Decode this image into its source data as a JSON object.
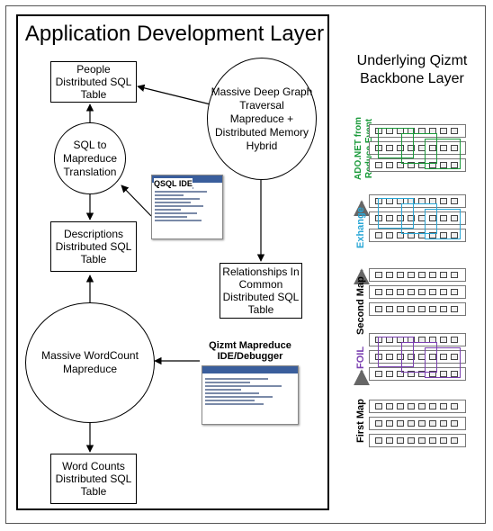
{
  "app_layer": {
    "title": "Application Development Layer",
    "nodes": {
      "people_table": "People\nDistributed SQL\nTable",
      "sql_translation": "SQL to\nMapreduce\nTranslation",
      "graph_traversal": "Massive Deep Graph\nTraversal\nMapreduce +\nDistributed Memory\nHybrid",
      "descriptions_table": "Descriptions\nDistributed SQL\nTable",
      "relationships_table": "Relationships In\nCommon\nDistributed SQL\nTable",
      "wordcount": "Massive WordCount\nMapreduce",
      "wordcounts_table": "Word Counts\nDistributed SQL\nTable"
    },
    "qsql_ide_label": "QSQL IDE",
    "mapreduce_ide_label": "Qizmt Mapreduce\nIDE/Debugger"
  },
  "backbone": {
    "title": "Underlying Qizmt\nBackbone Layer",
    "stages": [
      {
        "label": "ADO.NET from\nReduce Event",
        "color": "#1a9a3a"
      },
      {
        "label": "Exhange",
        "color": "#29a7d6"
      },
      {
        "label": "Second Map",
        "color": "#000000"
      },
      {
        "label": "FOIL",
        "color": "#7a3fb0"
      },
      {
        "label": "First Map",
        "color": "#000000"
      }
    ]
  }
}
